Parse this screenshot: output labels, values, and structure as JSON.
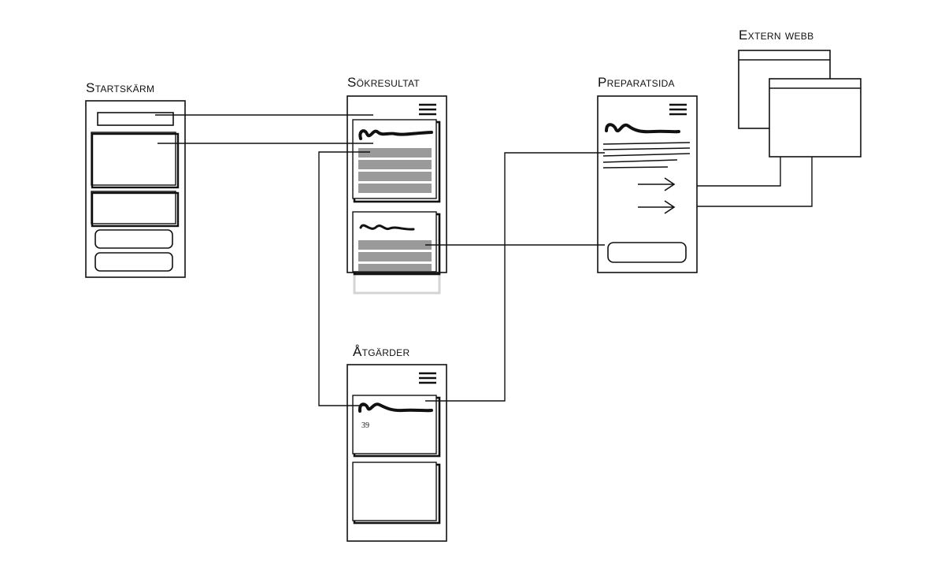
{
  "screens": {
    "start": {
      "title": "Startskärm"
    },
    "results": {
      "title": "Sökresultat"
    },
    "product": {
      "title": "Preparatsida"
    },
    "external": {
      "title": "Extern webb"
    },
    "actions": {
      "title": "Åtgärder",
      "item_number": "39"
    }
  },
  "icons": {
    "menu": "hamburger-menu-icon",
    "arrow": "arrow-right-icon"
  },
  "colors": {
    "line": "#111111",
    "placeholder_bar": "#9a9a9a",
    "ghost": "#d4d4d4"
  }
}
